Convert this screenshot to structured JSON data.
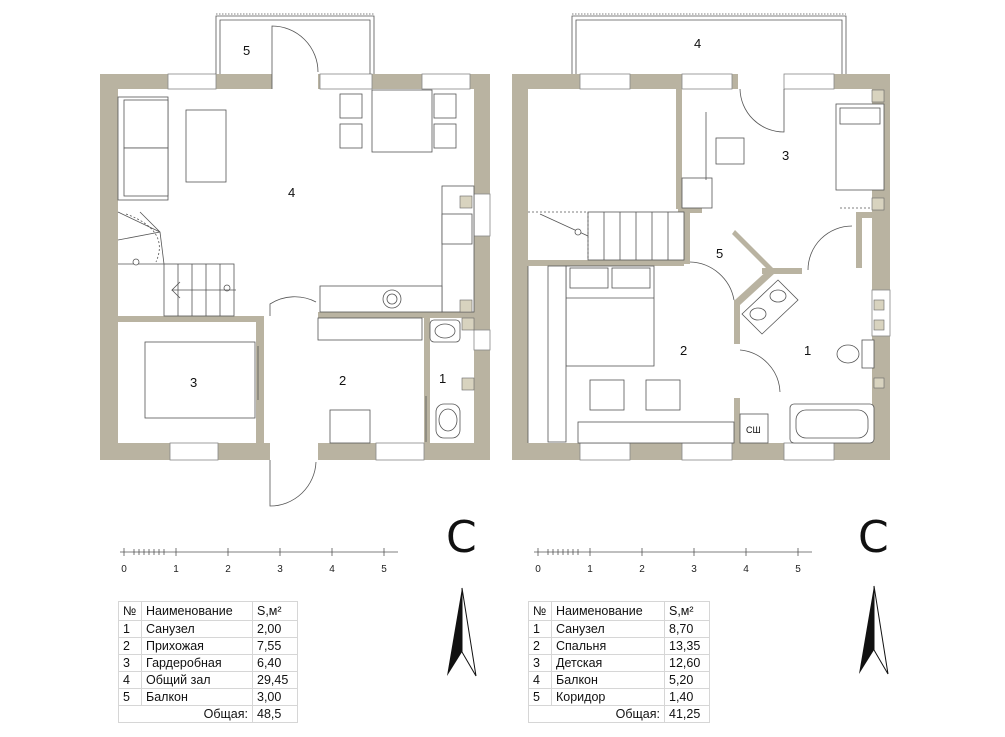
{
  "plans": [
    {
      "id": "floor-1",
      "room_labels": [
        "1",
        "2",
        "3",
        "4",
        "5"
      ],
      "compass": "С",
      "scale_ticks": [
        "0",
        "1",
        "2",
        "3",
        "4",
        "5"
      ],
      "table": {
        "headers": [
          "№",
          "Наименование",
          "S,м²"
        ],
        "rows": [
          [
            "1",
            "Санузел",
            "2,00"
          ],
          [
            "2",
            "Прихожая",
            "7,55"
          ],
          [
            "3",
            "Гардеробная",
            "6,40"
          ],
          [
            "4",
            "Общий зал",
            "29,45"
          ],
          [
            "5",
            "Балкон",
            "3,00"
          ]
        ],
        "total_label": "Общая:",
        "total_value": "48,5"
      }
    },
    {
      "id": "floor-2",
      "room_labels": [
        "1",
        "2",
        "3",
        "4",
        "5"
      ],
      "shower_label": "СШ",
      "compass": "С",
      "scale_ticks": [
        "0",
        "1",
        "2",
        "3",
        "4",
        "5"
      ],
      "table": {
        "headers": [
          "№",
          "Наименование",
          "S,м²"
        ],
        "rows": [
          [
            "1",
            "Санузел",
            "8,70"
          ],
          [
            "2",
            "Спальня",
            "13,35"
          ],
          [
            "3",
            "Детская",
            "12,60"
          ],
          [
            "4",
            "Балкон",
            "5,20"
          ],
          [
            "5",
            "Коридор",
            "1,40"
          ]
        ],
        "total_label": "Общая:",
        "total_value": "41,25"
      }
    }
  ],
  "colors": {
    "wall": "#b9b3a1",
    "line": "#555555",
    "fixture": "#d8d3bf"
  }
}
